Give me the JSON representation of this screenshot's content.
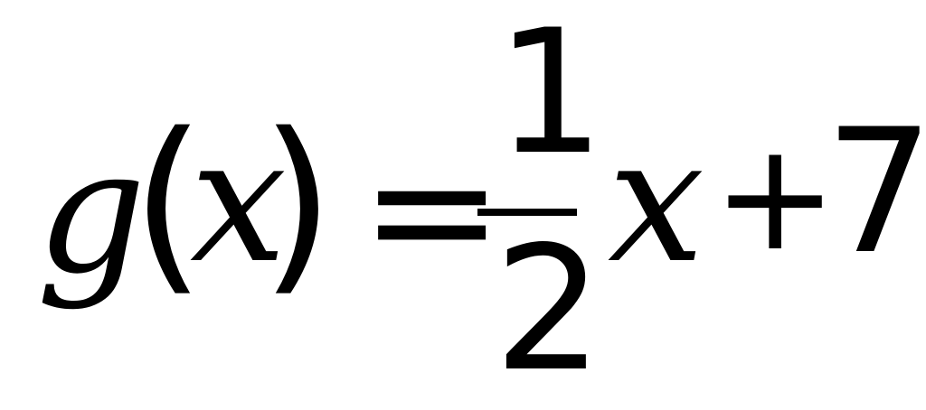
{
  "equation": {
    "function_name": "g",
    "left_paren": "(",
    "argument": "x",
    "right_paren": ")",
    "equals": "=",
    "numerator": "1",
    "denominator": "2",
    "variable": "x",
    "plus": "+",
    "constant": "7"
  }
}
